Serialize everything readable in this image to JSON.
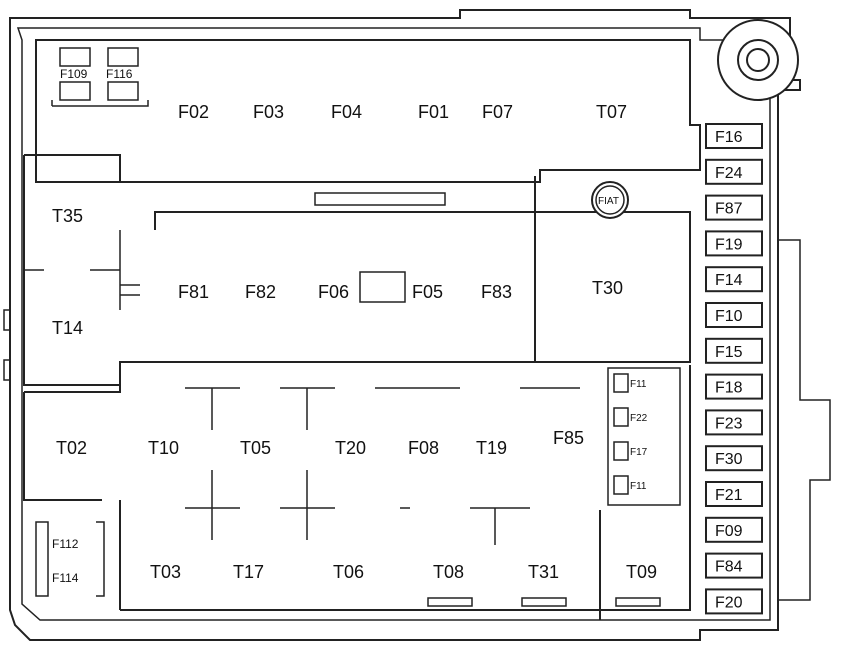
{
  "top_labels": {
    "F109": "F109",
    "F116": "F116",
    "F02": "F02",
    "F03": "F03",
    "F04": "F04",
    "F01": "F01",
    "F07": "F07",
    "T07": "T07"
  },
  "mid_labels": {
    "T35": "T35",
    "T14": "T14",
    "F81": "F81",
    "F82": "F82",
    "F06": "F06",
    "F05": "F05",
    "F83": "F83",
    "T30": "T30"
  },
  "lower_labels": {
    "T02": "T02",
    "T10": "T10",
    "T05": "T05",
    "T20": "T20",
    "F08": "F08",
    "T19": "T19",
    "F85": "F85",
    "F112": "F112",
    "F114": "F114",
    "T03": "T03",
    "T17": "T17",
    "T06": "T06",
    "T08": "T08",
    "T31": "T31",
    "T09": "T09"
  },
  "small_fuses": [
    "F11",
    "F22",
    "F17",
    "F11"
  ],
  "right_fuses": [
    "F16",
    "F24",
    "F87",
    "F19",
    "F14",
    "F10",
    "F15",
    "F18",
    "F23",
    "F30",
    "F21",
    "F09",
    "F84",
    "F20"
  ],
  "logo_text": "FIAT"
}
